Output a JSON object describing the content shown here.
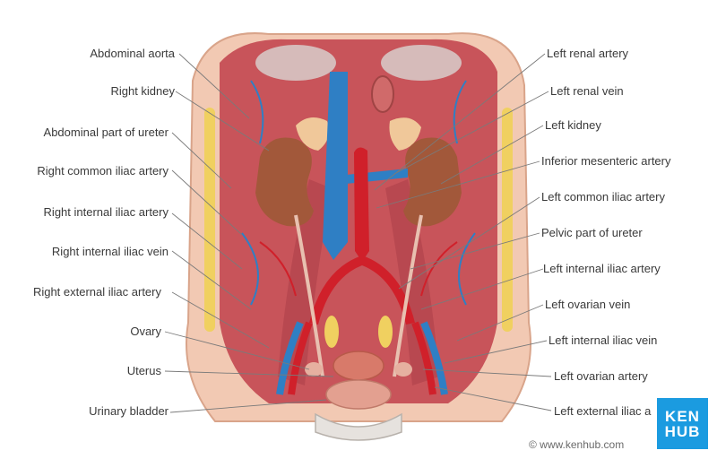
{
  "labels_left": [
    "Abdominal aorta",
    "Right kidney",
    "Abdominal part of ureter",
    "Right common iliac artery",
    "Right internal iliac artery",
    "Right internal iliac vein",
    "Right external iliac artery",
    "Ovary",
    "Uterus",
    "Urinary bladder"
  ],
  "labels_right": [
    "Left renal artery",
    "Left renal vein",
    "Left kidney",
    "Inferior mesenteric artery",
    "Left common iliac artery",
    "Pelvic part of ureter",
    "Left internal iliac artery",
    "Left ovarian vein",
    "Left internal iliac vein",
    "Left ovarian artery",
    "Left external iliac a"
  ],
  "logo": {
    "line1": "KEN",
    "line2": "HUB"
  },
  "copyright": "© www.kenhub.com",
  "colors": {
    "artery": "#d0202a",
    "vein": "#2f7fc4",
    "muscle": "#c8545a",
    "kidney": "#a2583a",
    "fat": "#f0d060"
  }
}
